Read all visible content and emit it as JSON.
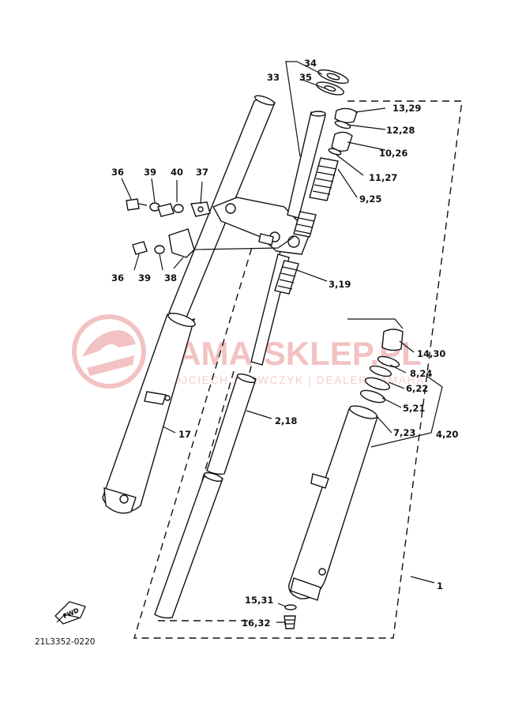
{
  "diagram_code": "21L3352-0220",
  "fwd_mark": "FWD",
  "watermark": {
    "brand": "YAMA-SKLEP.PL",
    "line2": "WOJCIECH SZEWCZYK | DEALER YAMAHA"
  },
  "callouts": [
    {
      "id": "c34",
      "text": "34"
    },
    {
      "id": "c35",
      "text": "35"
    },
    {
      "id": "c33",
      "text": "33"
    },
    {
      "id": "c1329",
      "text": "13,29"
    },
    {
      "id": "c1228",
      "text": "12,28"
    },
    {
      "id": "c1026",
      "text": "10,26"
    },
    {
      "id": "c1127",
      "text": "11,27"
    },
    {
      "id": "c925",
      "text": "9,25"
    },
    {
      "id": "c36a",
      "text": "36"
    },
    {
      "id": "c39a",
      "text": "39"
    },
    {
      "id": "c40",
      "text": "40"
    },
    {
      "id": "c37",
      "text": "37"
    },
    {
      "id": "c36b",
      "text": "36"
    },
    {
      "id": "c39b",
      "text": "39"
    },
    {
      "id": "c38",
      "text": "38"
    },
    {
      "id": "c319",
      "text": "3,19"
    },
    {
      "id": "c1430",
      "text": "14,30"
    },
    {
      "id": "c824",
      "text": "8,24"
    },
    {
      "id": "c622",
      "text": "6,22"
    },
    {
      "id": "c521",
      "text": "5,21"
    },
    {
      "id": "c723",
      "text": "7,23"
    },
    {
      "id": "c420",
      "text": "4,20"
    },
    {
      "id": "c17",
      "text": "17"
    },
    {
      "id": "c218",
      "text": "2,18"
    },
    {
      "id": "c1",
      "text": "1"
    },
    {
      "id": "c1531",
      "text": "15,31"
    },
    {
      "id": "c1632",
      "text": "16,32"
    }
  ]
}
